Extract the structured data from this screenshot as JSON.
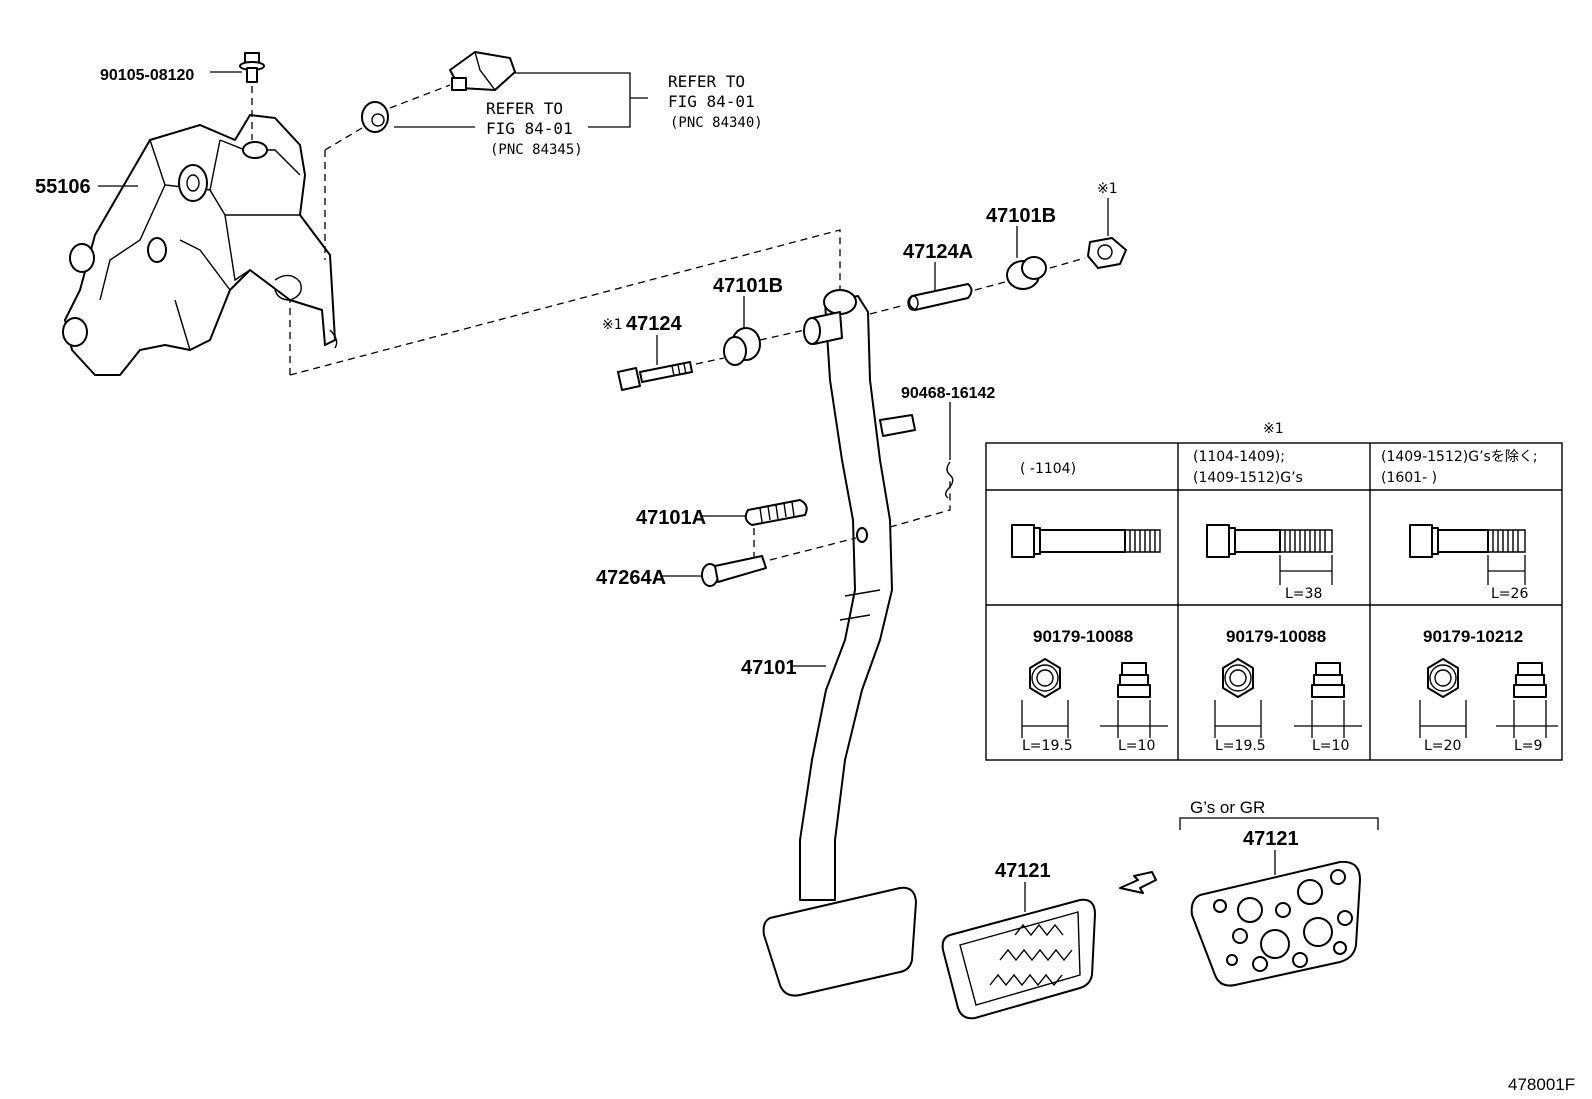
{
  "figure_code": "478001F",
  "callouts": {
    "bolt_top": "90105-08120",
    "bracket": "55106",
    "pedal": "47101",
    "bushing_left": "47101B",
    "bushing_right": "47101B",
    "pin": "47124A",
    "bolt": "47124",
    "bolt_note": "※1",
    "nut_note": "※1",
    "clip": "90468-16142",
    "spring": "47101A",
    "spring_pin": "47264A",
    "pad_std": "47121",
    "pad_gs": "47121",
    "gs_label": "G’s or GR"
  },
  "references": {
    "ref1_line1": "REFER TO",
    "ref1_line2": "FIG 84-01",
    "ref1_line3": "(PNC 84340)",
    "ref2_line1": "REFER TO",
    "ref2_line2": "FIG 84-01",
    "ref2_line3": "(PNC 84345)"
  },
  "table": {
    "note": "※1",
    "columns": [
      {
        "header": [
          "(     -1104)"
        ],
        "bolt_length": "",
        "part_no": "90179-10088",
        "nut_width": "L=19.5",
        "nut_height": "L=10"
      },
      {
        "header": [
          "(1104-1409);",
          "(1409-1512)G’s"
        ],
        "bolt_length": "L=38",
        "part_no": "90179-10088",
        "nut_width": "L=19.5",
        "nut_height": "L=10"
      },
      {
        "header": [
          "(1409-1512)G’sを除く;",
          "(1601-        )"
        ],
        "bolt_length": "L=26",
        "part_no": "90179-10212",
        "nut_width": "L=20",
        "nut_height": "L=9"
      }
    ]
  }
}
